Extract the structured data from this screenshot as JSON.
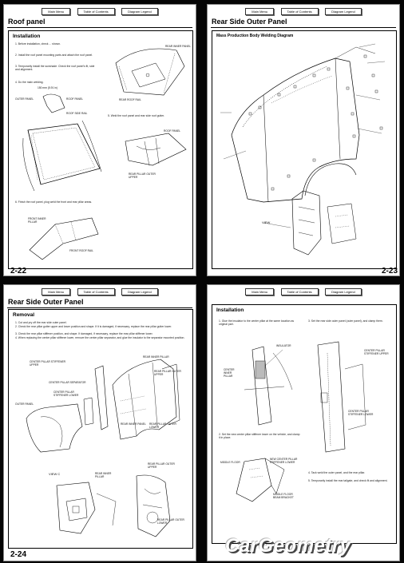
{
  "nav": [
    "Main Menu",
    "Table of Contents",
    "Diagram Legend"
  ],
  "pages": [
    {
      "title": "Roof panel",
      "section": "Installation",
      "number": "2-22",
      "steps": [
        "1. Before installation, check ... shown.",
        "2. Install the roof panel mounting parts and attach the roof panel.",
        "3. Temporarily install the sunshade. Check the roof panel's fit, side and alignment.",
        "4. Do the main welding.",
        "5. Weld the roof panel and rear side roof gutter.",
        "6. Finish the roof panel, plug weld the front and rear pillar areas."
      ],
      "labels": {
        "dim": "150 mm (5.91 in)",
        "outer_panel": "OUTER PANEL",
        "roof_panel": "ROOF PANEL",
        "roof_side_rail": "ROOF SIDE RAIL",
        "rear_inner_panel": "REAR INNER PANEL",
        "rear_roof_rail": "REAR ROOF RAIL",
        "roof_panel_2": "ROOF PANEL",
        "pillar_upper": "REAR PILLAR OUTER UPPER",
        "front_inner": "FRONT INNER PILLAR",
        "front_roof_rail": "FRONT ROOF RAIL"
      }
    },
    {
      "title": "Rear Side Outer Panel",
      "section": "Mass Production Body Welding Diagram",
      "number": "2-23",
      "view": "VIEW"
    },
    {
      "title": "Rear Side Outer Panel",
      "section": "Removal",
      "number": "2-24",
      "steps": [
        "1. Cut and pry off the rear side outer panel.",
        "2. Check the rear pillar gutter upper and lower position and shape. If it is damaged, if necessary, replace the rear pillar gutter lower.",
        "3. Check the rear pillar stiffener position, and shape. If damaged, if necessary, replace the rear pillar stiffener lower.",
        "4. When replacing the center pillar stiffener lower, remove the center pillar separator, and glue the insulator to the separator mounted position."
      ],
      "labels": {
        "stiff_upper": "CENTER PILLAR STIFFENER UPPER",
        "separator": "CENTER PILLAR SEPARATOR",
        "stiff_lower": "CENTER PILLAR STIFFENER LOWER",
        "outer_panel": "OUTER PANEL",
        "rear_inner_pillar": "REAR INNER PILLAR",
        "pillar_outer_upper": "REAR PILLAR OUTER UPPER",
        "rear_inner_panel": "REAR INNER PANEL",
        "outer_lower": "REAR PILLAR OUTER LOWER",
        "view_c": "VIEW C",
        "outer_upper_2": "REAR PILLAR OUTER UPPER",
        "inner_pillar_2": "REAR INNER PILLAR",
        "outer_lower_2": "REAR PILLAR OUTER LOWER"
      }
    },
    {
      "title": "Installation",
      "number": "",
      "steps": [
        "1. Glue the insulator to the center pillar at the same location as original part.",
        "2. Set the new center pillar stiffener lower on the vehicle, and clamp it in place.",
        "3. Set the rear side outer panel (outer panel), and clamp them.",
        "4. Tack weld the outer panel, and the rear pillar.",
        "5. Temporarily install the rear tailgate, and check fit and alignment."
      ],
      "labels": {
        "insulator": "INSULATOR",
        "center_inner": "CENTER INNER PILLAR",
        "stiff_upper": "CENTER PILLAR STIFFENER UPPER",
        "stiff_lower": "CENTER PILLAR STIFFENER LOWER",
        "middle_floor": "MIDDLE FLOOR",
        "new_stiff": "NEW CENTER PILLAR STIFFENER LOWER",
        "bracket": "MIDDLE FLOOR BEAM BRACKET"
      }
    }
  ],
  "watermark": "CarGeometry"
}
